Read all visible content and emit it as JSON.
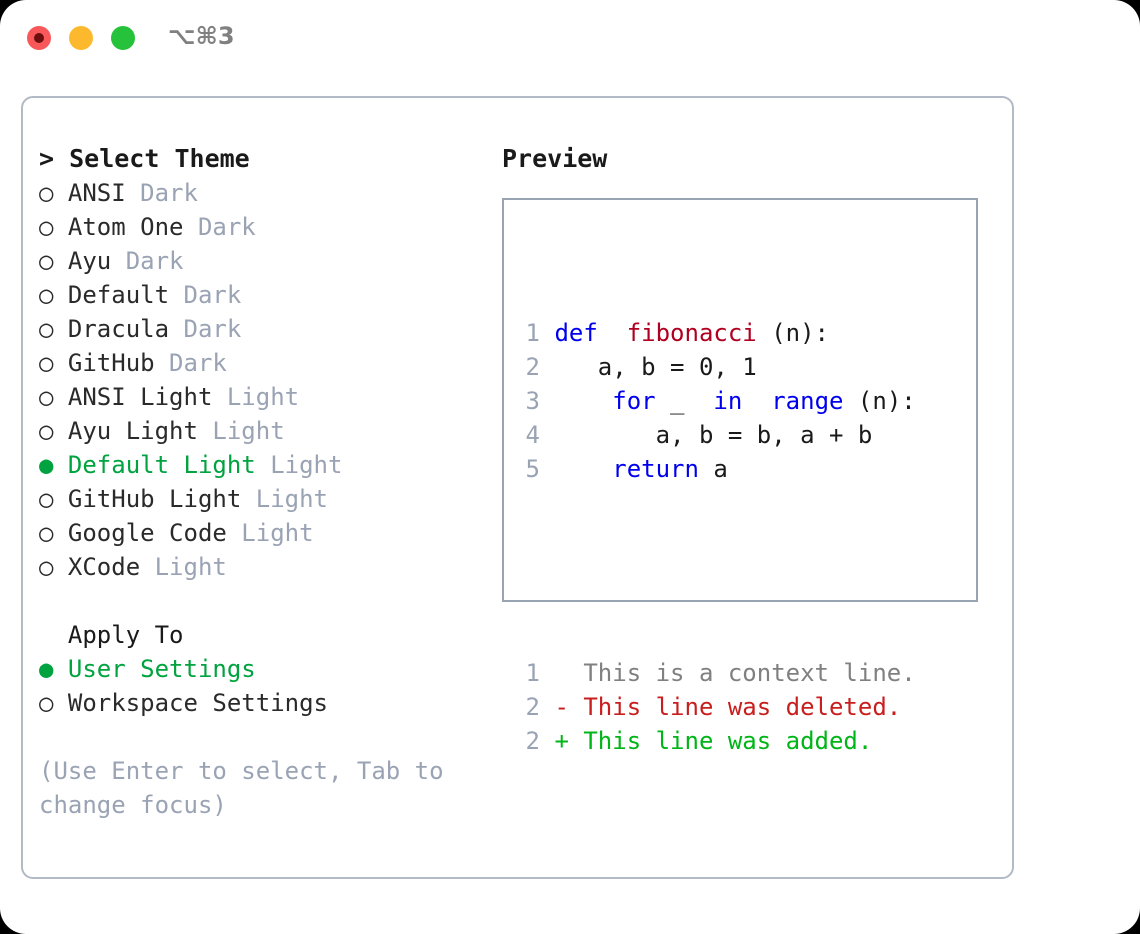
{
  "window": {
    "title": "⌥⌘3",
    "traffic_lights": [
      "close-red",
      "minimize-yellow",
      "maximize-green"
    ]
  },
  "theme_picker": {
    "header": "> Select Theme",
    "marker_selected": "●",
    "marker_unselected": "○",
    "items": [
      {
        "marker": "○",
        "name": "ANSI",
        "tag": "Dark",
        "selected": false
      },
      {
        "marker": "○",
        "name": "Atom One",
        "tag": "Dark",
        "selected": false
      },
      {
        "marker": "○",
        "name": "Ayu",
        "tag": "Dark",
        "selected": false
      },
      {
        "marker": "○",
        "name": "Default",
        "tag": "Dark",
        "selected": false
      },
      {
        "marker": "○",
        "name": "Dracula",
        "tag": "Dark",
        "selected": false
      },
      {
        "marker": "○",
        "name": "GitHub",
        "tag": "Dark",
        "selected": false
      },
      {
        "marker": "○",
        "name": "ANSI Light",
        "tag": "Light",
        "selected": false
      },
      {
        "marker": "○",
        "name": "Ayu Light",
        "tag": "Light",
        "selected": false
      },
      {
        "marker": "●",
        "name": "Default Light",
        "tag": "Light",
        "selected": true
      },
      {
        "marker": "○",
        "name": "GitHub Light",
        "tag": "Light",
        "selected": false
      },
      {
        "marker": "○",
        "name": "Google Code",
        "tag": "Light",
        "selected": false
      },
      {
        "marker": "○",
        "name": "XCode",
        "tag": "Light",
        "selected": false
      }
    ]
  },
  "apply_to": {
    "header": "  Apply To",
    "items": [
      {
        "marker": "●",
        "name": "User Settings",
        "selected": true
      },
      {
        "marker": "○",
        "name": "Workspace Settings",
        "selected": false
      }
    ]
  },
  "hint": "(Use Enter to select, Tab to change focus)",
  "preview": {
    "header": "Preview",
    "code_lines": [
      {
        "num": "1",
        "tokens": [
          {
            "t": "def ",
            "c": "kw"
          },
          {
            "t": "fibonacci",
            "c": "fn"
          },
          {
            "t": "(n):",
            "c": "txt"
          }
        ]
      },
      {
        "num": "2",
        "tokens": [
          {
            "t": "    a, b = 0, 1",
            "c": "txt"
          }
        ]
      },
      {
        "num": "3",
        "tokens": [
          {
            "t": "    ",
            "c": "txt"
          },
          {
            "t": "for",
            "c": "kw"
          },
          {
            "t": " _ ",
            "c": "txt"
          },
          {
            "t": "in",
            "c": "kw"
          },
          {
            "t": " ",
            "c": "txt"
          },
          {
            "t": "range",
            "c": "kw"
          },
          {
            "t": "(n):",
            "c": "txt"
          }
        ]
      },
      {
        "num": "4",
        "tokens": [
          {
            "t": "        a, b = b, a + b",
            "c": "txt"
          }
        ]
      },
      {
        "num": "5",
        "tokens": [
          {
            "t": "    ",
            "c": "txt"
          },
          {
            "t": "return",
            "c": "kw"
          },
          {
            "t": " a",
            "c": "txt"
          }
        ]
      }
    ],
    "diff_lines": [
      {
        "num": "1",
        "tokens": [
          {
            "t": "   This is a context line.",
            "c": "ctx"
          }
        ]
      },
      {
        "num": "2",
        "tokens": [
          {
            "t": " - This line was deleted.",
            "c": "del"
          }
        ]
      },
      {
        "num": "2",
        "tokens": [
          {
            "t": " + This line was added.",
            "c": "add"
          }
        ]
      }
    ]
  },
  "colors": {
    "accent_green": "#00a33f",
    "muted_blue_gray": "#9aa3b4",
    "border": "#b2bac6",
    "keyword_blue": "#0000ee",
    "function_red": "#b00020",
    "diff_deleted": "#c81e1e",
    "diff_added": "#00b517",
    "traffic_red": "#f9585a",
    "traffic_yellow": "#fdb92d",
    "traffic_green": "#27c23c"
  }
}
